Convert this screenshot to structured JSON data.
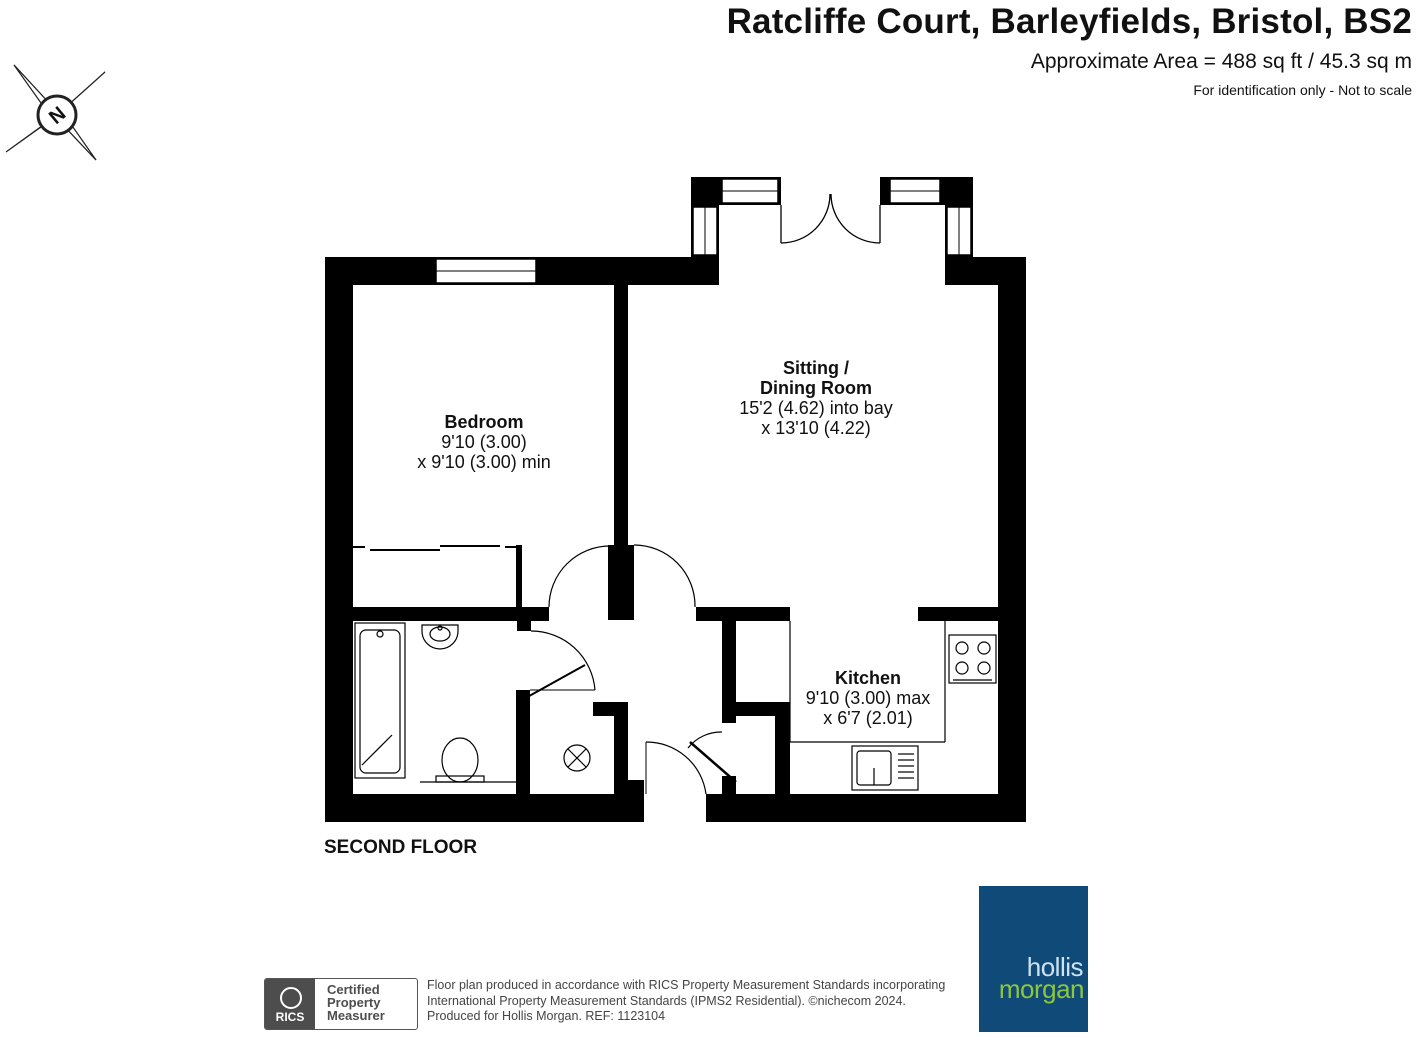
{
  "header": {
    "title": "Ratcliffe Court, Barleyfields, Bristol, BS2",
    "area": "Approximate Area = 488 sq ft / 45.3 sq m",
    "note": "For identification only - Not to scale"
  },
  "compass": {
    "label": "N",
    "icon": "north-compass-icon"
  },
  "rooms": {
    "bedroom": {
      "name": "Bedroom",
      "dim1": "9'10 (3.00)",
      "dim2": "x 9'10 (3.00) min"
    },
    "sitting": {
      "name1": "Sitting /",
      "name2": "Dining Room",
      "dim1": "15'2 (4.62) into bay",
      "dim2": "x 13'10 (4.22)"
    },
    "kitchen": {
      "name": "Kitchen",
      "dim1": "9'10 (3.00) max",
      "dim2": "x 6'7 (2.01)"
    }
  },
  "floor_label": "SECOND FLOOR",
  "footer": {
    "rics": {
      "logo_text": "RICS",
      "line1": "Certified",
      "line2": "Property",
      "line3": "Measurer"
    },
    "lines": [
      "Floor plan produced in accordance with RICS Property Measurement Standards incorporating",
      "International Property Measurement Standards (IPMS2 Residential).  ©nichecom 2024.",
      "Produced for Hollis Morgan.   REF: 1123104"
    ]
  },
  "brand": {
    "line1": "hollis",
    "line2": "morgan",
    "bg_color": "#0f4a78",
    "accent_color": "#8dc63f"
  },
  "colors": {
    "wall": "#000000",
    "window": "#ffffff"
  }
}
